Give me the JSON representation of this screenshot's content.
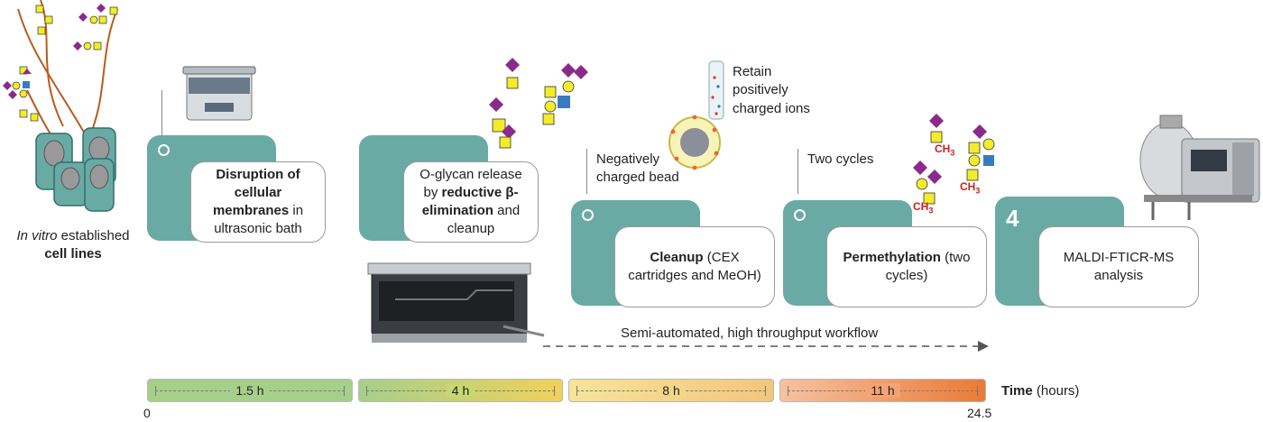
{
  "cells": {
    "label_italic": "In vitro",
    "label_rest": "established",
    "label_bold": "cell lines"
  },
  "steps": [
    {
      "number": "",
      "bold": "Disruption of cellular membranes",
      "text_after": " in ultrasonic bath",
      "text_before": ""
    },
    {
      "number": "",
      "text_before": "O-glycan release by ",
      "bold": "reductive β-elimination",
      "text_after": " and cleanup"
    },
    {
      "number": "",
      "text_before": "",
      "bold": "Cleanup",
      "text_after": " (CEX cartridges and MeOH)"
    },
    {
      "number": "",
      "text_before": "",
      "bold": "Permethylation",
      "text_after": " (two cycles)"
    },
    {
      "number": "4",
      "text_before": "",
      "bold": "",
      "text_after": "MALDI-FTICR-MS analysis"
    }
  ],
  "notes": {
    "neg_bead": "Negatively charged bead",
    "retain": "Retain positively charged ions",
    "two_cycles": "Two cycles",
    "ch3": "CH",
    "ch3_sub": "3"
  },
  "workflow_label": "Semi-automated, high throughput workflow",
  "timeline": {
    "segments": [
      {
        "label": "1.5 h",
        "hours": 1.5,
        "color_start": "#a6cf8a",
        "color_end": "#a6cf8a"
      },
      {
        "label": "4 h",
        "hours": 4,
        "color_start": "#a6cf8a",
        "color_end": "#f0d25a"
      },
      {
        "label": "8 h",
        "hours": 8,
        "color_start": "#f6e49a",
        "color_end": "#f3c67a"
      },
      {
        "label": "11 h",
        "hours": 11,
        "color_start": "#f6c2a0",
        "color_end": "#ea7a35"
      }
    ],
    "axis_start": "0",
    "axis_end": "24.5",
    "time_label_bold": "Time",
    "time_label_rest": " (hours)"
  },
  "colors": {
    "teal": "#6aaaa5",
    "glycan_yellow": "#f2ec2a",
    "glycan_purple": "#8a2a8a",
    "glycan_blue": "#3a7ac0",
    "stem": "#b85c1f",
    "cell": "#6aaaa5"
  }
}
